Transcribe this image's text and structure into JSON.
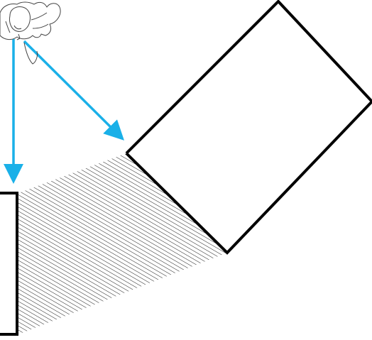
{
  "diagram": {
    "colors": {
      "arrow": "#1ab0e8",
      "outline": "#000000",
      "hatch": "#000000",
      "background": "#ffffff"
    },
    "elements": [
      "viewer-figure",
      "sightline-arrow-down",
      "sightline-arrow-diagonal",
      "tilted-rectangle",
      "left-rectangle",
      "hatched-projection"
    ]
  }
}
